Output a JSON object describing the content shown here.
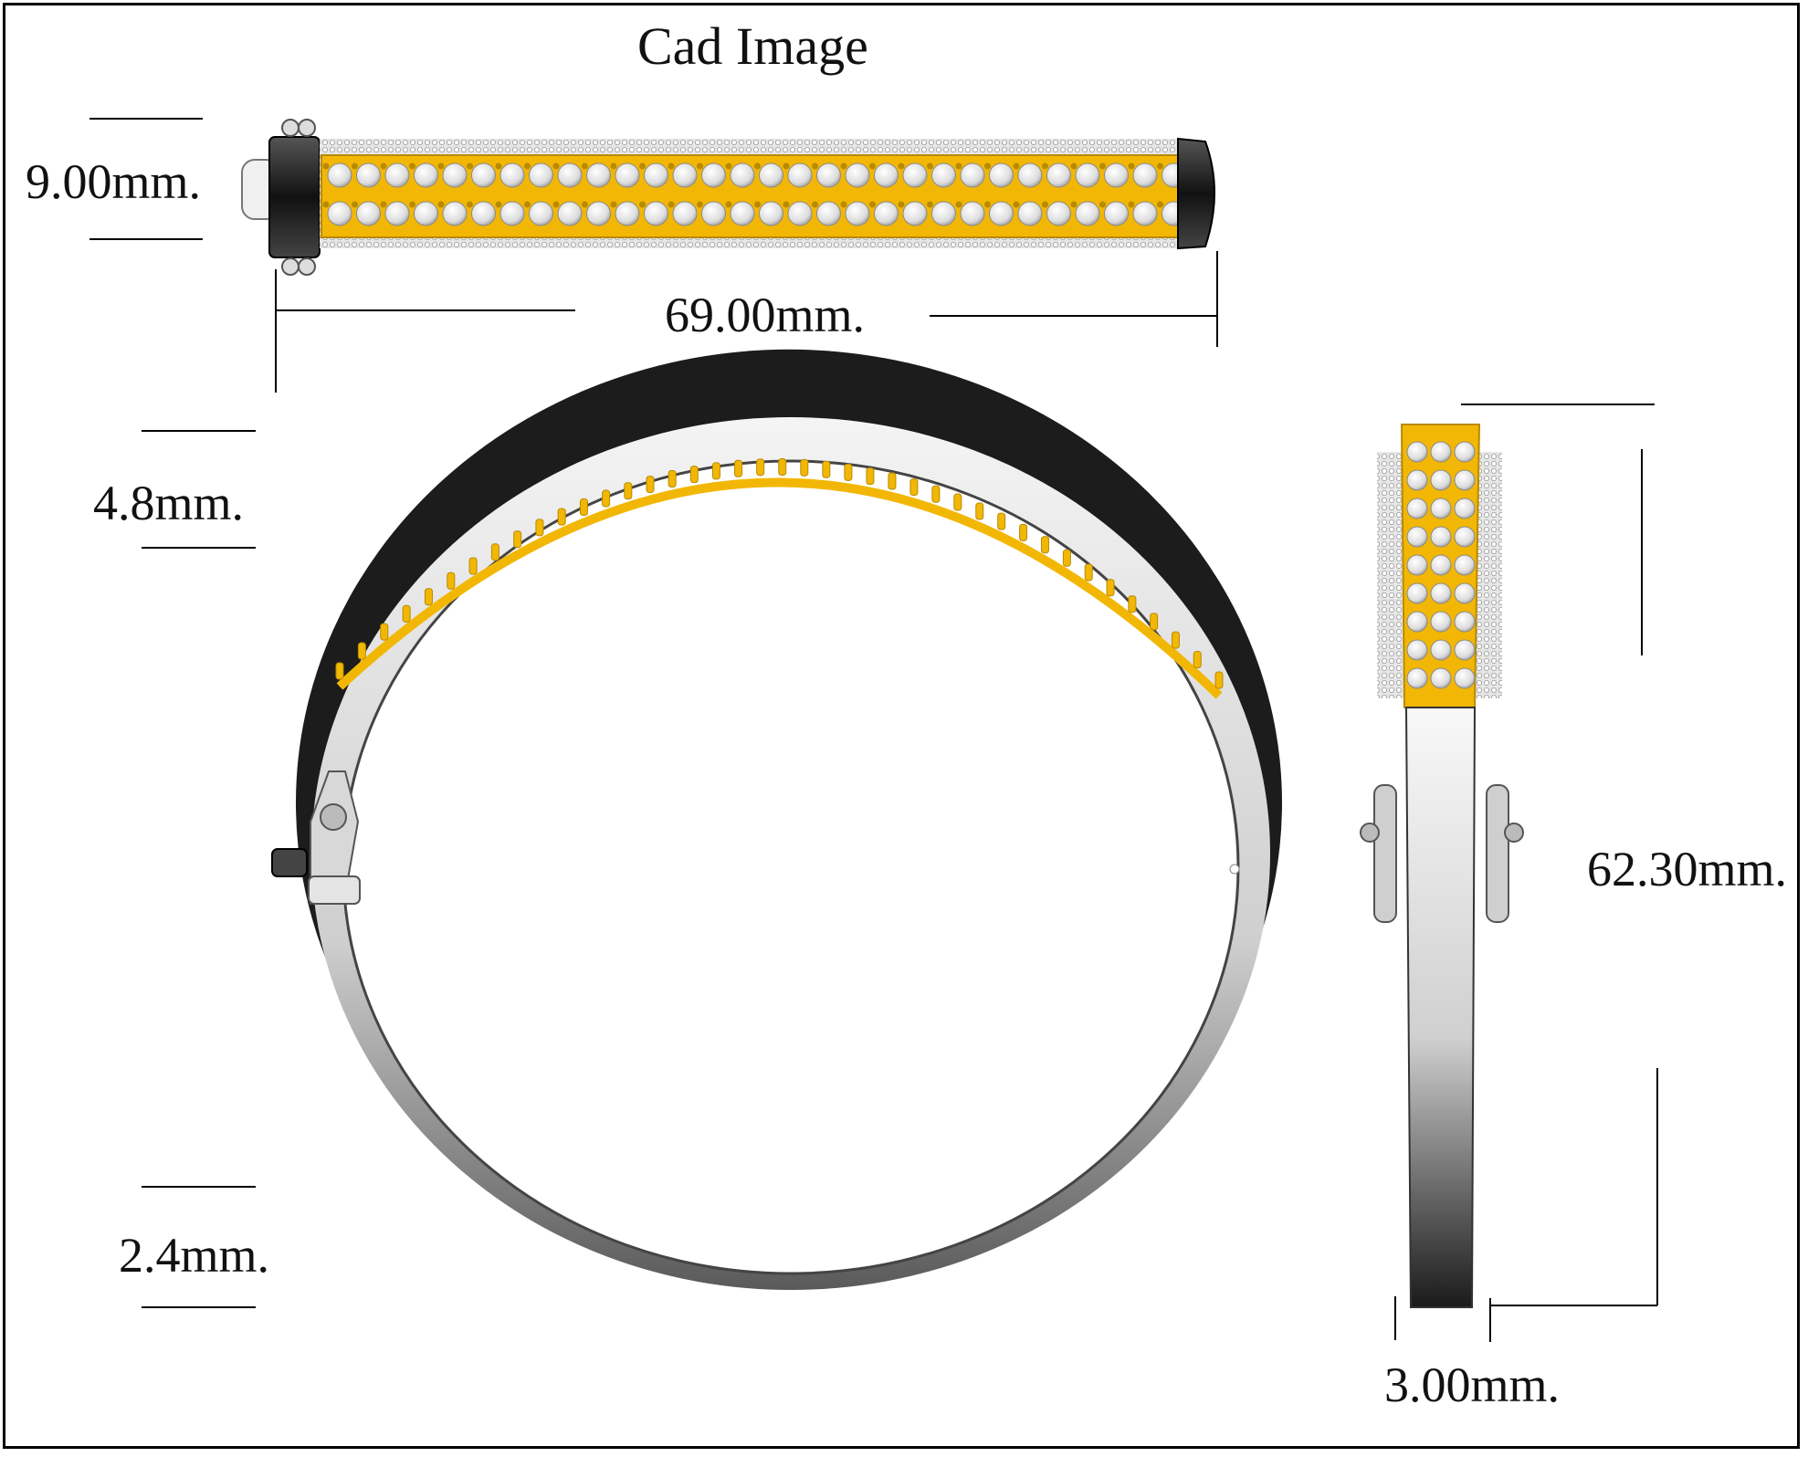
{
  "title": "Cad Image",
  "dimensions": {
    "width": "9.00mm.",
    "length": "69.00mm.",
    "top_height": "4.8mm.",
    "bottom_thickness": "2.4mm.",
    "inner_diameter": "62.30mm.",
    "edge_width": "3.00mm."
  },
  "colors": {
    "gold": "#f2b705",
    "gold_dark": "#b88a00",
    "silver": "#d9d9d9",
    "metal_dark": "#2a2a2a",
    "line": "#000000"
  },
  "views": [
    "top-view",
    "front-view",
    "side-view"
  ]
}
